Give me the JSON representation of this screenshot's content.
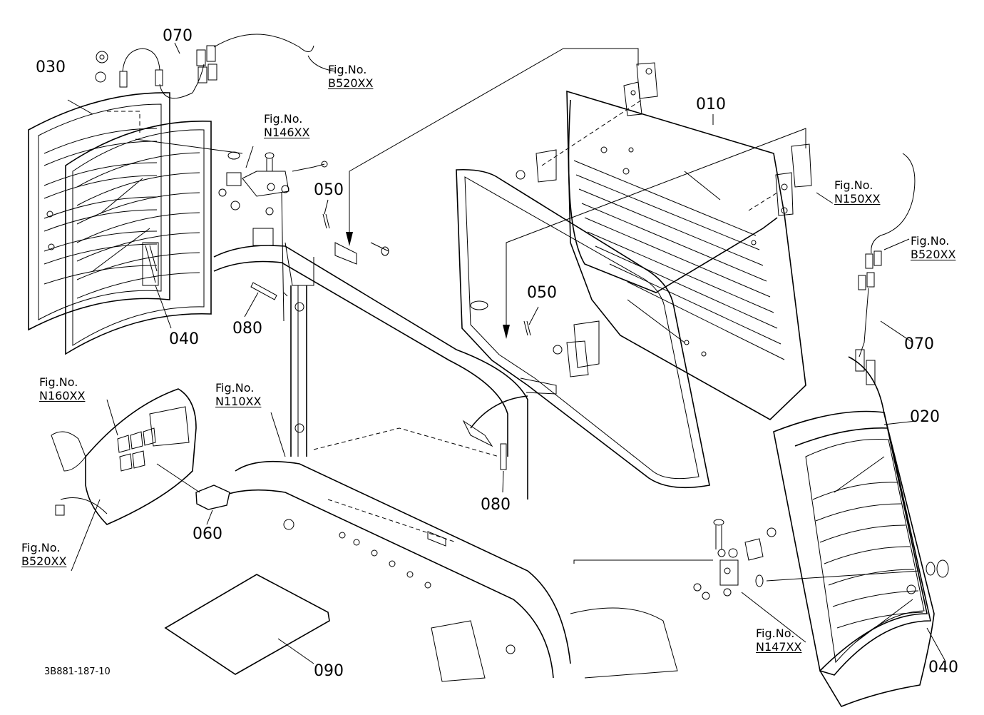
{
  "part_labels": [
    {
      "id": "p030",
      "text": "030"
    },
    {
      "id": "p070a",
      "text": "070"
    },
    {
      "id": "p010",
      "text": "010"
    },
    {
      "id": "p050a",
      "text": "050"
    },
    {
      "id": "p050b",
      "text": "050"
    },
    {
      "id": "p080a",
      "text": "080"
    },
    {
      "id": "p040a",
      "text": "040"
    },
    {
      "id": "p070b",
      "text": "070"
    },
    {
      "id": "p020",
      "text": "020"
    },
    {
      "id": "p060",
      "text": "060"
    },
    {
      "id": "p080b",
      "text": "080"
    },
    {
      "id": "p090",
      "text": "090"
    },
    {
      "id": "p040b",
      "text": "040"
    }
  ],
  "fig_refs": [
    {
      "id": "f1",
      "prefix": "Fig.No.",
      "code": "B520XX"
    },
    {
      "id": "f2",
      "prefix": "Fig.No.",
      "code": "N146XX"
    },
    {
      "id": "f3",
      "prefix": "Fig.No.",
      "code": "N150XX"
    },
    {
      "id": "f4",
      "prefix": "Fig.No.",
      "code": "B520XX"
    },
    {
      "id": "f5",
      "prefix": "Fig.No.",
      "code": "N160XX"
    },
    {
      "id": "f6",
      "prefix": "Fig.No.",
      "code": "N110XX"
    },
    {
      "id": "f7",
      "prefix": "Fig.No.",
      "code": "B520XX"
    },
    {
      "id": "f8",
      "prefix": "Fig.No.",
      "code": "N147XX"
    }
  ],
  "document_id": "3B881-187-10"
}
